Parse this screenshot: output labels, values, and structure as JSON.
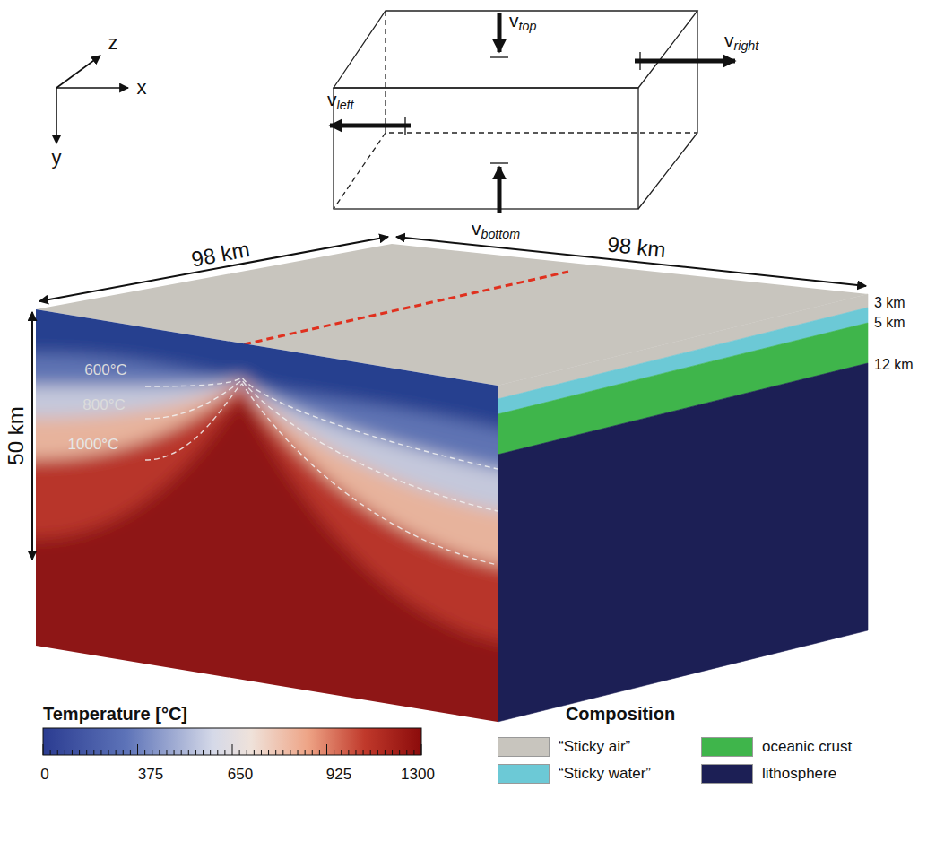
{
  "diagram": {
    "labels": [
      "z",
      "x",
      "y",
      "vtop",
      "vleft",
      "vright",
      "vbottom",
      "98 km",
      "98 km",
      "50 km",
      "3 km",
      "5 km",
      "12 km",
      "600°C",
      "800°C",
      "1000°C",
      "Temperature [°C]",
      "0",
      "375",
      "650",
      "925",
      "1300",
      "Composition"
    ],
    "legend": [
      {
        "text": "“Sticky air”",
        "color": "#c8c5be"
      },
      {
        "text": "“Sticky water”",
        "color": "#6cc9d6"
      },
      {
        "text": "oceanic crust",
        "color": "#3fb54b"
      },
      {
        "text": "lithosphere",
        "color": "#1c1f55"
      }
    ]
  }
}
